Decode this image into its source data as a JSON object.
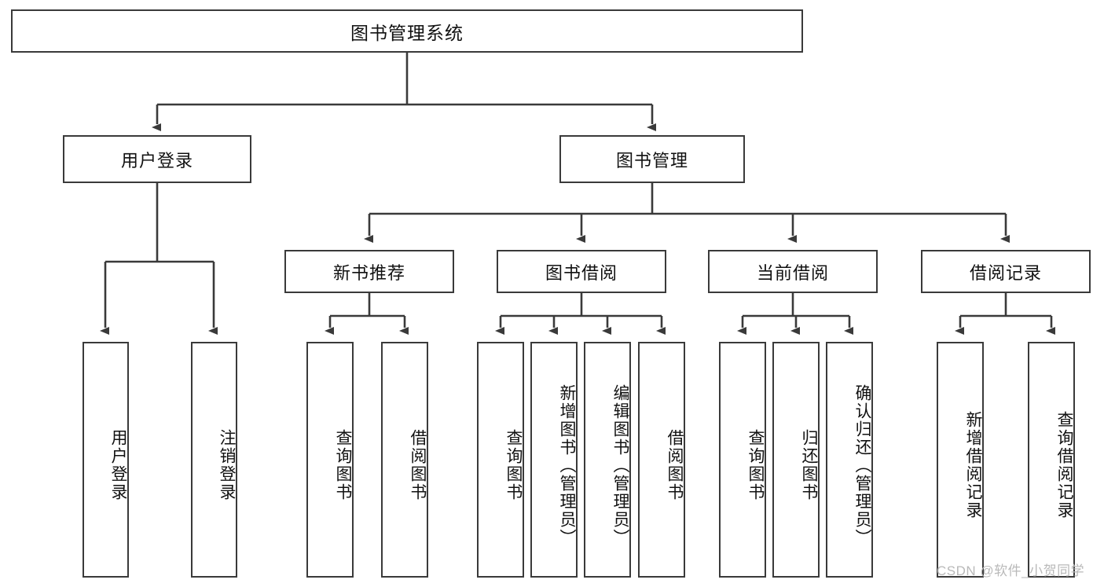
{
  "diagram": {
    "type": "hierarchy-tree",
    "root": {
      "label": "图书管理系统"
    },
    "level2": [
      {
        "id": "user-login",
        "label": "用户登录"
      },
      {
        "id": "book-manage",
        "label": "图书管理"
      }
    ],
    "level3": [
      {
        "id": "new-book-recommend",
        "label": "新书推荐"
      },
      {
        "id": "book-borrow",
        "label": "图书借阅"
      },
      {
        "id": "current-borrow",
        "label": "当前借阅"
      },
      {
        "id": "borrow-record",
        "label": "借阅记录"
      }
    ],
    "leaves": [
      {
        "id": "leaf-user-login",
        "parent": "user-login",
        "label": "用户登录"
      },
      {
        "id": "leaf-logout-login",
        "parent": "user-login",
        "label": "注销登录"
      },
      {
        "id": "leaf-query-book-1",
        "parent": "new-book-recommend",
        "label": "查询图书"
      },
      {
        "id": "leaf-borrow-book-1",
        "parent": "new-book-recommend",
        "label": "借阅图书"
      },
      {
        "id": "leaf-query-book-2",
        "parent": "book-borrow",
        "label": "查询图书"
      },
      {
        "id": "leaf-add-book",
        "parent": "book-borrow",
        "label": "新增图书（管理员）"
      },
      {
        "id": "leaf-edit-book",
        "parent": "book-borrow",
        "label": "编辑图书（管理员）"
      },
      {
        "id": "leaf-borrow-book-2",
        "parent": "book-borrow",
        "label": "借阅图书"
      },
      {
        "id": "leaf-query-book-3",
        "parent": "current-borrow",
        "label": "查询图书"
      },
      {
        "id": "leaf-return-book",
        "parent": "current-borrow",
        "label": "归还图书"
      },
      {
        "id": "leaf-confirm-return",
        "parent": "current-borrow",
        "label": "确认归还（管理员）"
      },
      {
        "id": "leaf-add-record",
        "parent": "borrow-record",
        "label": "新增借阅记录"
      },
      {
        "id": "leaf-query-record",
        "parent": "borrow-record",
        "label": "查询借阅记录"
      }
    ]
  },
  "watermark": {
    "text": "CSDN @软件_小贺同学"
  },
  "colors": {
    "border": "#3a3a3a",
    "background": "#ffffff",
    "text": "#111111",
    "watermark": "#b9b9b9"
  }
}
